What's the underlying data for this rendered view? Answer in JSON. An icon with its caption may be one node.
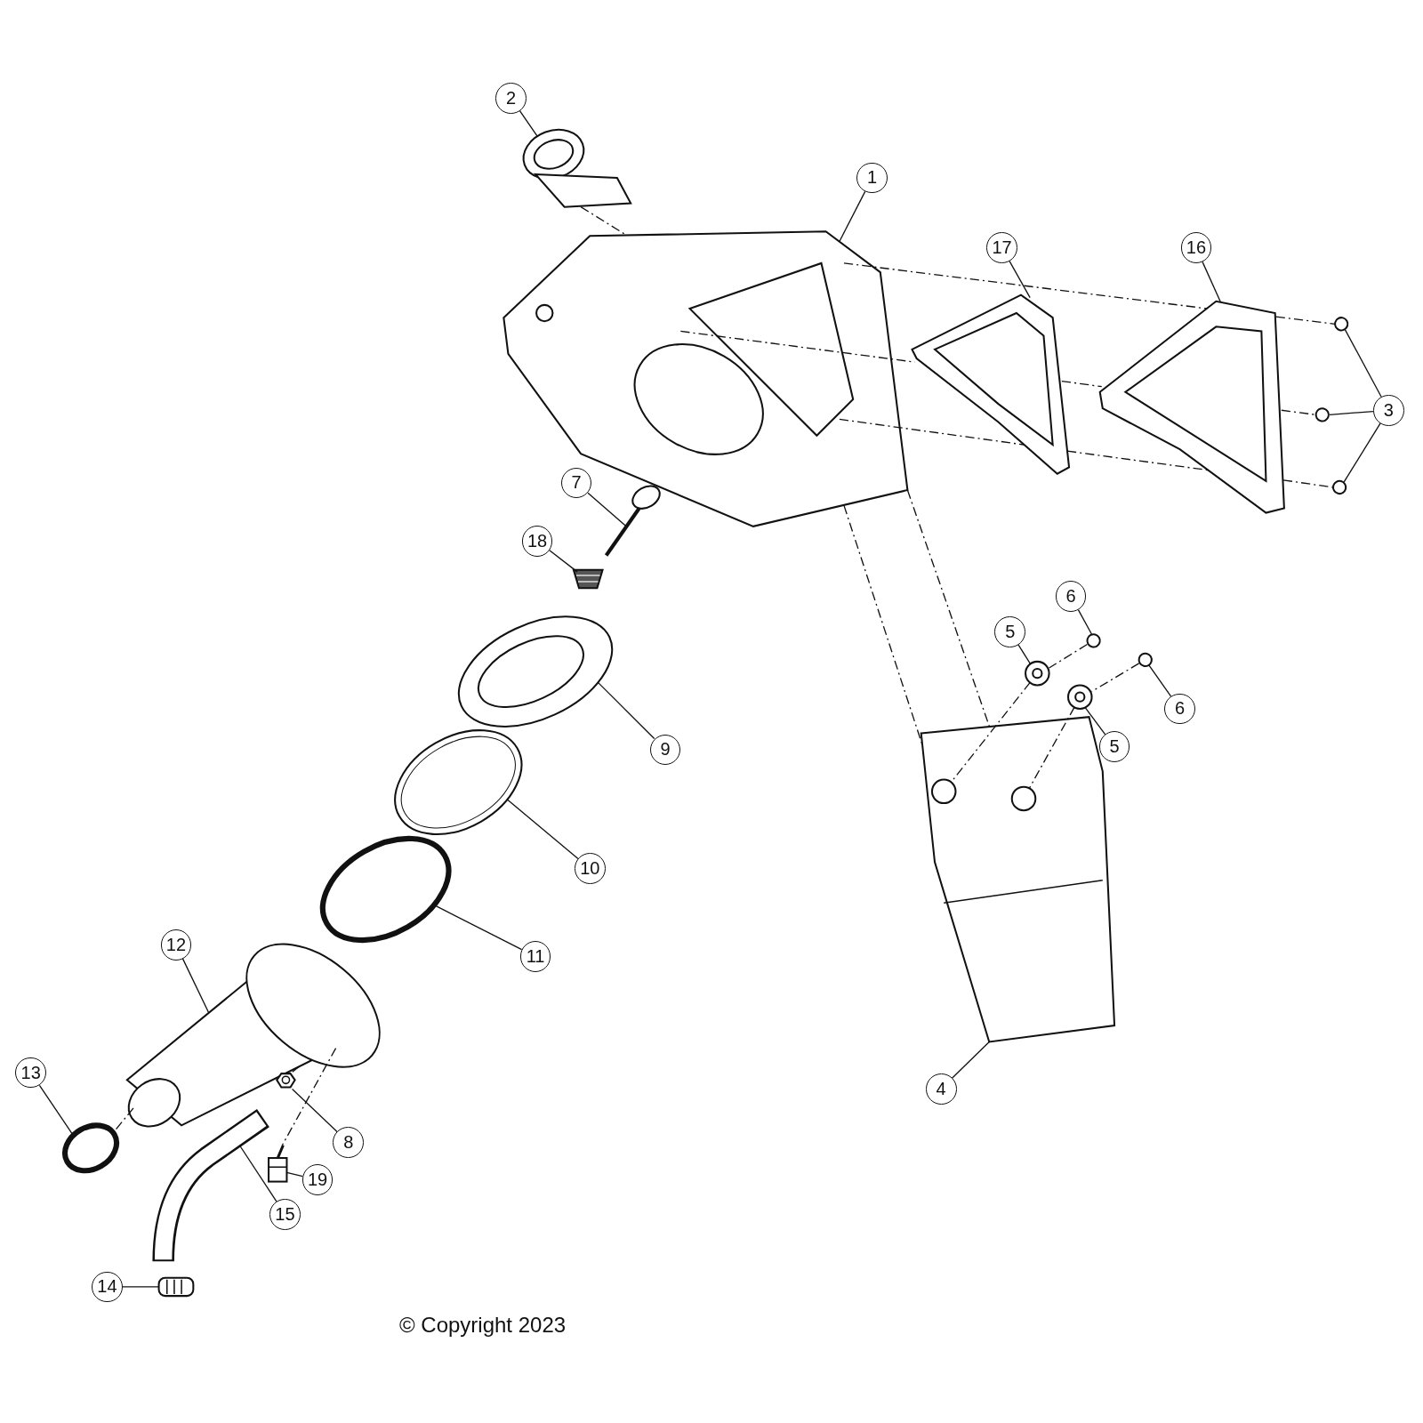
{
  "diagram": {
    "nodes": [
      {
        "text": [
          "2"
        ]
      },
      {
        "text": [
          "1"
        ]
      },
      {
        "text": [
          "17"
        ]
      },
      {
        "text": [
          "16"
        ]
      },
      {
        "text": [
          "3"
        ]
      },
      {
        "text": [
          "7"
        ]
      },
      {
        "text": [
          "18"
        ]
      },
      {
        "text": [
          "6"
        ]
      },
      {
        "text": [
          "5"
        ]
      },
      {
        "text": [
          "6"
        ]
      },
      {
        "text": [
          "5"
        ]
      },
      {
        "text": [
          "9"
        ]
      },
      {
        "text": [
          "10"
        ]
      },
      {
        "text": [
          "11"
        ]
      },
      {
        "text": [
          "12"
        ]
      },
      {
        "text": [
          "4"
        ]
      },
      {
        "text": [
          "13"
        ]
      },
      {
        "text": [
          "8"
        ]
      },
      {
        "text": [
          "19"
        ]
      },
      {
        "text": [
          "15"
        ]
      },
      {
        "text": [
          "14"
        ]
      },
      {
        "text": [],
        "shape": "picture"
      },
      {
        "text": [],
        "shape": "picture"
      },
      {
        "text": [],
        "shape": "picture"
      },
      {
        "text": [],
        "shape": "picture"
      },
      {
        "text": [],
        "shape": "circle"
      },
      {
        "text": [],
        "shape": "circle"
      },
      {
        "text": [],
        "shape": "circle"
      },
      {
        "text": [],
        "shape": "picture"
      },
      {
        "text": [],
        "shape": "picture"
      },
      {
        "text": [],
        "shape": "picture"
      },
      {
        "text": [],
        "shape": "circle"
      },
      {
        "text": [],
        "shape": "picture"
      },
      {
        "text": [],
        "shape": "circle"
      },
      {
        "text": [],
        "shape": "picture"
      },
      {
        "text": [],
        "shape": "picture"
      },
      {
        "text": [],
        "shape": "picture"
      },
      {
        "text": [],
        "shape": "circle"
      },
      {
        "text": [],
        "shape": "picture"
      },
      {
        "text": [],
        "shape": "circle"
      },
      {
        "text": [],
        "shape": "picture"
      },
      {
        "text": [],
        "shape": "picture"
      },
      {
        "text": [],
        "shape": "picture"
      },
      {
        "text": [],
        "shape": "picture"
      }
    ],
    "edges": [
      {
        "from": 0,
        "to": 21,
        "arrow": "none"
      },
      {
        "from": 1,
        "to": 22,
        "arrow": "none"
      },
      {
        "from": 2,
        "to": 23,
        "arrow": "none"
      },
      {
        "from": 3,
        "to": 24,
        "arrow": "none"
      },
      {
        "from": 4,
        "to": 25,
        "arrow": "none"
      },
      {
        "from": 4,
        "to": 26,
        "arrow": "none"
      },
      {
        "from": 4,
        "to": 27,
        "arrow": "none"
      },
      {
        "from": 5,
        "to": 28,
        "arrow": "none"
      },
      {
        "from": 6,
        "to": 29,
        "arrow": "none"
      },
      {
        "from": 7,
        "to": 31,
        "arrow": "none"
      },
      {
        "from": 8,
        "to": 30,
        "arrow": "none"
      },
      {
        "from": 9,
        "to": 33,
        "arrow": "none"
      },
      {
        "from": 10,
        "to": 32,
        "arrow": "none"
      },
      {
        "from": 11,
        "to": 35,
        "arrow": "none"
      },
      {
        "from": 12,
        "to": 36,
        "arrow": "none"
      },
      {
        "from": 13,
        "to": 37,
        "arrow": "none"
      },
      {
        "from": 14,
        "to": 38,
        "arrow": "none"
      },
      {
        "from": 15,
        "to": 34,
        "arrow": "none"
      },
      {
        "from": 16,
        "to": 39,
        "arrow": "none"
      },
      {
        "from": 17,
        "to": 40,
        "arrow": "none"
      },
      {
        "from": 18,
        "to": 41,
        "arrow": "none"
      },
      {
        "from": 19,
        "to": 42,
        "arrow": "none"
      },
      {
        "from": 20,
        "to": 43,
        "arrow": "none"
      },
      {
        "from": 21,
        "to": 22,
        "arrow": "none",
        "style": "dashed"
      },
      {
        "from": 22,
        "to": 24,
        "arrow": "none",
        "style": "dashed"
      },
      {
        "from": 24,
        "to": 25,
        "arrow": "none",
        "style": "dashed"
      },
      {
        "from": 22,
        "to": 23,
        "arrow": "none",
        "style": "dashed"
      },
      {
        "from": 23,
        "to": 24,
        "arrow": "none",
        "style": "dashed"
      },
      {
        "from": 24,
        "to": 26,
        "arrow": "none",
        "style": "dashed"
      },
      {
        "from": 22,
        "to": 23,
        "arrow": "none",
        "style": "dashed"
      },
      {
        "from": 23,
        "to": 24,
        "arrow": "none",
        "style": "dashed"
      },
      {
        "from": 24,
        "to": 27,
        "arrow": "none",
        "style": "dashed"
      },
      {
        "from": 22,
        "to": 34,
        "arrow": "none",
        "style": "dashed"
      },
      {
        "from": 22,
        "to": 34,
        "arrow": "none",
        "style": "dashed"
      },
      {
        "from": 31,
        "to": 30,
        "arrow": "none",
        "style": "dashed"
      },
      {
        "from": 30,
        "to": 34,
        "arrow": "none",
        "style": "dashed"
      },
      {
        "from": 33,
        "to": 32,
        "arrow": "none",
        "style": "dashed"
      },
      {
        "from": 32,
        "to": 34,
        "arrow": "none",
        "style": "dashed"
      },
      {
        "from": 38,
        "to": 39,
        "arrow": "none",
        "style": "dashed"
      },
      {
        "from": 38,
        "to": 40,
        "arrow": "none",
        "style": "dashed"
      },
      {
        "from": 38,
        "to": 41,
        "arrow": "none",
        "style": "dashed"
      }
    ],
    "labels": [
      "© Copyright 2023"
    ]
  }
}
